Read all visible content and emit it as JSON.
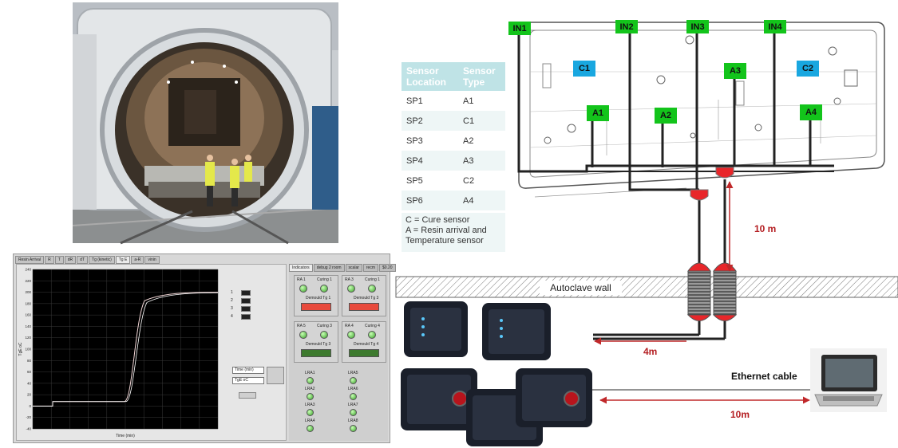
{
  "sensor_table": {
    "headers": [
      "Sensor Location",
      "Sensor Type"
    ],
    "rows": [
      [
        "SP1",
        "A1"
      ],
      [
        "SP2",
        "C1"
      ],
      [
        "SP3",
        "A2"
      ],
      [
        "SP4",
        "A3"
      ],
      [
        "SP5",
        "C2"
      ],
      [
        "SP6",
        "A4"
      ]
    ],
    "legend": [
      "C = Cure sensor",
      "A = Resin arrival and Temperature sensor"
    ]
  },
  "diagram": {
    "inputs": [
      "IN1",
      "IN2",
      "IN3",
      "IN4"
    ],
    "cure_sensors": [
      "C1",
      "C2"
    ],
    "resin_sensors": [
      "A1",
      "A2",
      "A3",
      "A4"
    ],
    "wall_label": "Autoclave wall",
    "distance_vertical": "10 m",
    "distance_horizontal": "4m",
    "ethernet_label": "Ethernet cable",
    "distance_ethernet": "10m",
    "colors": {
      "input_box": "#13c41b",
      "cure_box": "#19a7e0",
      "resin_box": "#13c41b",
      "connector": "#e8262a",
      "arrow": "#c0282a"
    }
  },
  "software_panel": {
    "tabs": [
      "Resin Arrival",
      "R",
      "T",
      "dR",
      "dT",
      "Tg (kinetic)",
      "Tg E",
      "a-R",
      "vinin"
    ],
    "active_tab": "Tg E",
    "right_tabs": [
      "Indicators",
      "debug 2 room",
      "scalar",
      "recm",
      "$0.20"
    ],
    "channel_indices": [
      "1",
      "2",
      "3",
      "4"
    ],
    "time_field_label": "Time (min)",
    "tg_field_label": "TgE oC",
    "y_axis_label": "TgE oC",
    "x_axis_label": "Time (min)",
    "y_ticks": [
      "240",
      "220",
      "200",
      "180",
      "160",
      "140",
      "120",
      "100",
      "80",
      "60",
      "40",
      "20",
      "0",
      "-20",
      "-40"
    ],
    "ra_groups": [
      {
        "ra": "RA 1",
        "curing": "Curing 1",
        "demould": "Demould Tg 1",
        "demould_state": "red"
      },
      {
        "ra": "RA 3",
        "curing": "Curing 1",
        "demould": "Demould Tg 3",
        "demould_state": "red"
      },
      {
        "ra": "RA 5",
        "curing": "Curing 3",
        "demould": "Demould Tg 3",
        "demould_state": "green"
      },
      {
        "ra": "RA 4",
        "curing": "Curing 4",
        "demould": "Demould Tg 4",
        "demould_state": "green"
      }
    ],
    "lra_left": [
      "LRA1",
      "LRA2",
      "LRA3",
      "LRA4"
    ],
    "lra_right": [
      "LRA5",
      "LRA6",
      "LRA7",
      "LRA8"
    ]
  }
}
